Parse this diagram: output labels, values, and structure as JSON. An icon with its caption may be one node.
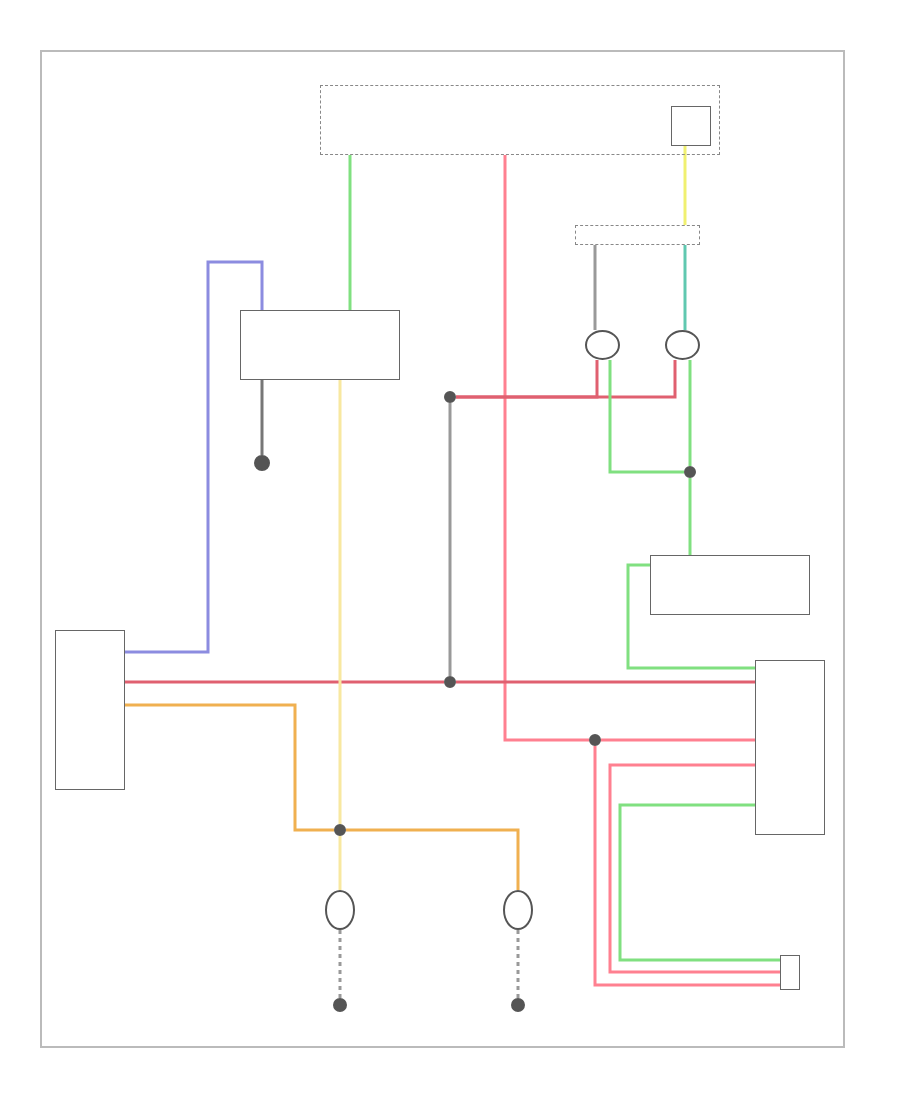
{
  "diagram": {
    "nodes": [
      {
        "text": [],
        "shape": "box"
      },
      {
        "text": [],
        "shape": "box",
        "in": 0
      },
      {
        "text": [],
        "shape": "bar"
      },
      {
        "text": [],
        "shape": "circle"
      },
      {
        "text": [],
        "shape": "circle"
      },
      {
        "text": [],
        "shape": "box"
      },
      {
        "text": [],
        "shape": "circle"
      },
      {
        "text": [],
        "shape": "box"
      },
      {
        "text": [],
        "shape": "circle"
      },
      {
        "text": [],
        "shape": "circle"
      },
      {
        "text": [],
        "shape": "box"
      },
      {
        "text": [],
        "shape": "box"
      },
      {
        "text": [],
        "shape": "circle"
      },
      {
        "text": [],
        "shape": "circle"
      },
      {
        "text": [],
        "shape": "circle"
      },
      {
        "text": [],
        "shape": "circle"
      },
      {
        "text": [],
        "shape": "circle"
      },
      {
        "text": [],
        "shape": "box"
      },
      {
        "text": [],
        "shape": "circle"
      },
      {
        "text": [],
        "shape": "circle"
      }
    ],
    "edges": [
      {
        "from": 0,
        "to": 5,
        "arrow": "none",
        "color": "#80e080"
      },
      {
        "from": 0,
        "to": 9,
        "arrow": "none",
        "color": "#ff8090"
      },
      {
        "from": 9,
        "to": 11,
        "arrow": "none",
        "color": "#ff8090"
      },
      {
        "from": 9,
        "to": 17,
        "arrow": "none",
        "color": "#ff8090"
      },
      {
        "from": 1,
        "to": 2,
        "arrow": "none",
        "color": "#f0f070"
      },
      {
        "from": 2,
        "to": 3,
        "arrow": "none",
        "color": "#999999"
      },
      {
        "from": 2,
        "to": 4,
        "arrow": "none",
        "color": "#60c8b0"
      },
      {
        "from": 3,
        "to": 19,
        "arrow": "none",
        "color": "#e06070"
      },
      {
        "from": 4,
        "to": 19,
        "arrow": "none",
        "color": "#e06070"
      },
      {
        "from": 19,
        "to": 8,
        "arrow": "none",
        "color": "#999999"
      },
      {
        "from": 3,
        "to": 18,
        "arrow": "none",
        "color": "#80e080"
      },
      {
        "from": 4,
        "to": 18,
        "arrow": "none",
        "color": "#80e080"
      },
      {
        "from": 18,
        "to": 10,
        "arrow": "none",
        "color": "#80e080"
      },
      {
        "from": 10,
        "to": 11,
        "arrow": "none",
        "color": "#80e080"
      },
      {
        "from": 7,
        "to": 5,
        "arrow": "none",
        "color": "#8c8ce0"
      },
      {
        "from": 7,
        "to": 8,
        "arrow": "none",
        "color": "#e06070"
      },
      {
        "from": 8,
        "to": 11,
        "arrow": "none",
        "color": "#e06070"
      },
      {
        "from": 5,
        "to": 6,
        "arrow": "none",
        "color": "#777777"
      },
      {
        "from": 5,
        "to": 12,
        "arrow": "none",
        "color": "#f8e8a0"
      },
      {
        "from": 7,
        "to": 12,
        "arrow": "none",
        "color": "#f0b050"
      },
      {
        "from": 12,
        "to": 13,
        "arrow": "none",
        "color": "#f8e8a0"
      },
      {
        "from": 12,
        "to": 14,
        "arrow": "none",
        "color": "#f0b050"
      },
      {
        "from": 13,
        "to": 15,
        "arrow": "none",
        "style": "dashed",
        "color": "#999999"
      },
      {
        "from": 14,
        "to": 16,
        "arrow": "none",
        "style": "dashed",
        "color": "#999999"
      },
      {
        "from": 11,
        "to": 17,
        "arrow": "none",
        "color": "#80e080"
      },
      {
        "from": 11,
        "to": 17,
        "arrow": "none",
        "color": "#ff8090"
      }
    ]
  }
}
